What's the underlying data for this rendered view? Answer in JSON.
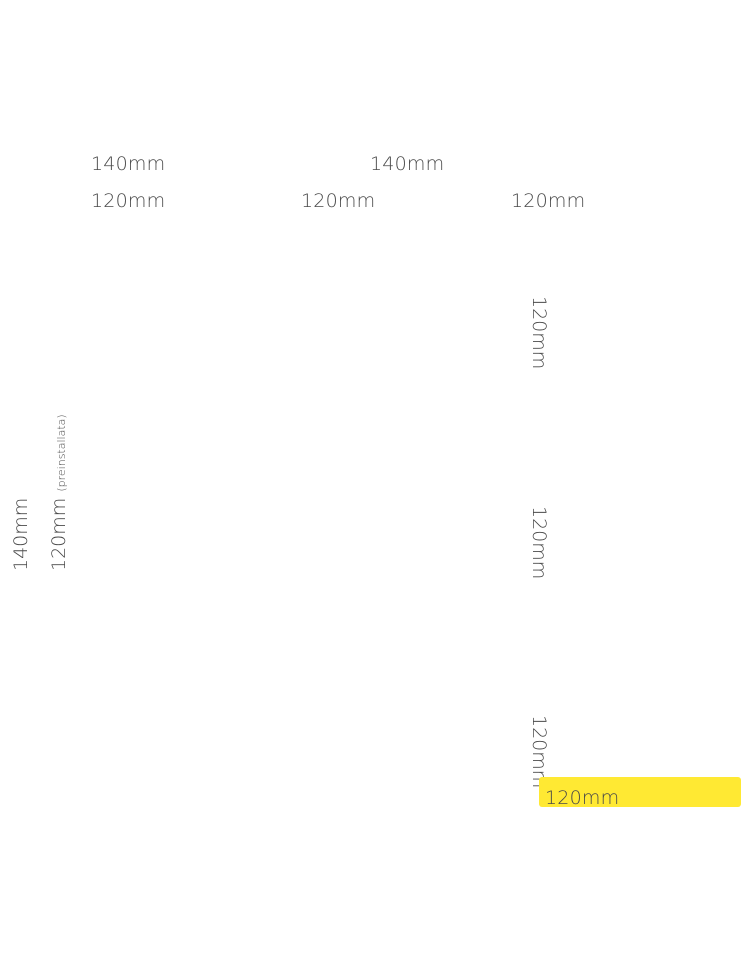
{
  "diagram": {
    "top_row": {
      "left": "140mm",
      "center": "140mm"
    },
    "second_row": {
      "left": "120mm",
      "center": "120mm",
      "right": "120mm"
    },
    "left_side": {
      "outer": "140mm",
      "inner": "120mm",
      "inner_note": "(preinstallata)"
    },
    "right_side": {
      "top": "120mm",
      "middle": "120mm",
      "bottom": "120mm"
    },
    "bottom_badge": {
      "label": "120mm",
      "color": "#ffe933"
    }
  }
}
